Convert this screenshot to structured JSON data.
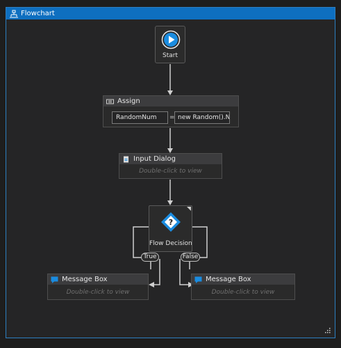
{
  "window": {
    "title": "Flowchart"
  },
  "start": {
    "label": "Start"
  },
  "assign": {
    "title": "Assign",
    "to": "RandomNum",
    "operator": "=",
    "value": "new Random().Ne"
  },
  "input_dialog": {
    "title": "Input Dialog",
    "hint": "Double-click to view"
  },
  "decision": {
    "label": "Flow Decision",
    "icon_text": "?",
    "true_label": "True",
    "false_label": "False"
  },
  "message_box_left": {
    "title": "Message Box",
    "hint": "Double-click to view"
  },
  "message_box_right": {
    "title": "Message Box",
    "hint": "Double-click to view"
  },
  "colors": {
    "accent": "#0e6fc0",
    "connector": "#cfcfcf",
    "start_icon": "#1a8ce0",
    "decision_icon": "#1a8ce0"
  }
}
